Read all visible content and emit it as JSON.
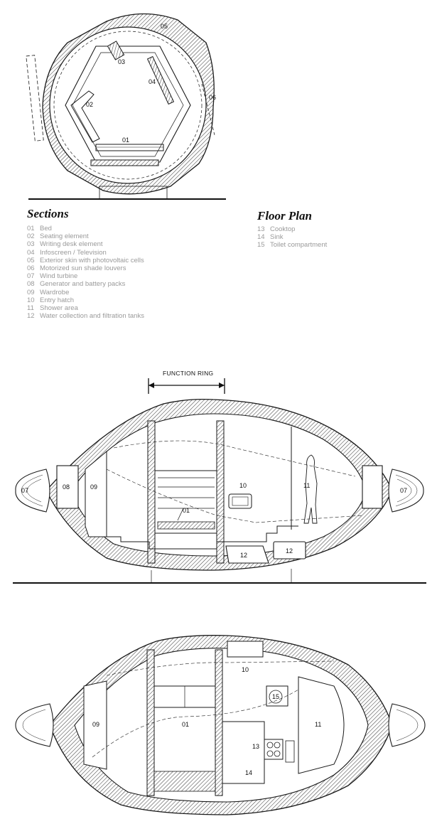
{
  "sections": {
    "heading": "Sections",
    "items": [
      {
        "num": "01",
        "text": "Bed"
      },
      {
        "num": "02",
        "text": "Seating element"
      },
      {
        "num": "03",
        "text": "Writing desk element"
      },
      {
        "num": "04",
        "text": "Infoscreen / Television"
      },
      {
        "num": "05",
        "text": "Exterior skin with photovoltaic cells"
      },
      {
        "num": "06",
        "text": "Motorized sun shade louvers"
      },
      {
        "num": "07",
        "text": "Wind turbine"
      },
      {
        "num": "08",
        "text": "Generator and battery packs"
      },
      {
        "num": "09",
        "text": "Wardrobe"
      },
      {
        "num": "10",
        "text": "Entry hatch"
      },
      {
        "num": "11",
        "text": "Shower area"
      },
      {
        "num": "12",
        "text": "Water collection and filtration tanks"
      }
    ]
  },
  "floor_plan": {
    "heading": "Floor Plan",
    "items": [
      {
        "num": "13",
        "text": "Cooktop"
      },
      {
        "num": "14",
        "text": "Sink"
      },
      {
        "num": "15",
        "text": "Toilet compartment"
      }
    ]
  },
  "cross_section": {
    "labels": {
      "l01": "01",
      "l02": "02",
      "l03": "03",
      "l04": "04",
      "l05": "05",
      "l06": "06"
    }
  },
  "long_section": {
    "function_ring": "FUNCTION RING",
    "labels": {
      "l07a": "07",
      "l08": "08",
      "l09": "09",
      "l01": "01",
      "l10": "10",
      "l11": "11",
      "l12a": "12",
      "l12b": "12",
      "l07b": "07"
    }
  },
  "plan": {
    "labels": {
      "l09": "09",
      "l01": "01",
      "l10": "10",
      "l15": "15",
      "l13": "13",
      "l14": "14",
      "l11": "11"
    }
  },
  "colors": {
    "line": "#1a1a1a",
    "legend_text": "#9a9a9a",
    "hatch": "#555555"
  }
}
